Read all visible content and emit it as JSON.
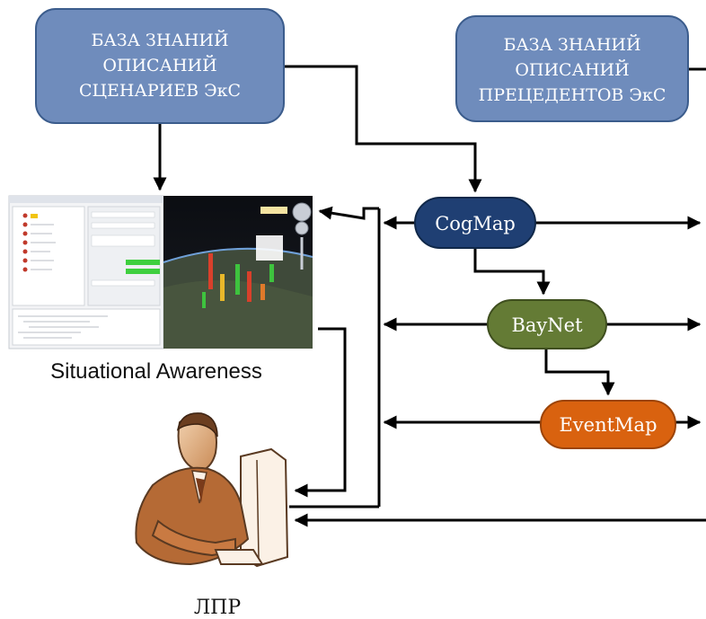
{
  "knowledge_bases": [
    {
      "id": "scenarios",
      "lines": [
        "БАЗА ЗНАНИЙ",
        "ОПИСАНИЙ",
        "СЦЕНАРИЕВ ЭкС"
      ]
    },
    {
      "id": "precedents",
      "lines": [
        "БАЗА ЗНАНИЙ",
        "ОПИСАНИЙ",
        "ПРЕЦЕДЕНТОВ ЭкС"
      ]
    }
  ],
  "nodes": [
    {
      "id": "cogmap",
      "label": "CogMap",
      "color": "#1F3F73"
    },
    {
      "id": "baynet",
      "label": "BayNet",
      "color": "#647B35"
    },
    {
      "id": "eventmap",
      "label": "EventMap",
      "color": "#D9620F"
    }
  ],
  "captions": {
    "situational_awareness": "Situational Awareness",
    "decision_maker": "ЛПР"
  },
  "colors": {
    "kb_fill": "#6F8CBC",
    "kb_stroke": "#3B5C8C",
    "edge": "#000000"
  }
}
